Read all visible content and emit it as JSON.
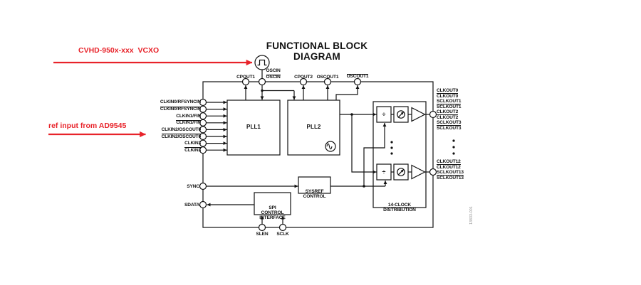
{
  "title": "FUNCTIONAL BLOCK DIAGRAM",
  "figure_id": "13833-001",
  "annotations": {
    "vcxo_label": "CVHD-950x-xxx  VCXO",
    "ref_label": "ref input from AD9545",
    "red_color": "#e8232a"
  },
  "blocks": {
    "pll1": "PLL1",
    "pll2": "PLL2",
    "sysref": {
      "line1": "SYSREF",
      "line2": "CONTROL"
    },
    "spi": {
      "line1": "SPI",
      "line2": "CONTROL",
      "line3": "INTERFACE"
    },
    "distribution": {
      "line1": "14-CLOCK",
      "line2": "DISTRIBUTION"
    },
    "divider_symbol": "÷"
  },
  "pins": {
    "top": [
      {
        "label": "CPOUT1",
        "overline": false
      },
      {
        "label": "OSCIN",
        "overline": false
      },
      {
        "label": "OSCIN",
        "overline": true
      },
      {
        "label": "CPOUT2",
        "overline": false
      },
      {
        "label": "OSCOUT1",
        "overline": false
      },
      {
        "label": "OSCOUT1",
        "overline": true
      }
    ],
    "left": [
      {
        "label": "CLKIN0/RFSYNCIN",
        "overline": false
      },
      {
        "label": "CLKIN0/RFSYNCIN",
        "overline": true
      },
      {
        "label": "CLKIN1/FIN",
        "overline": false
      },
      {
        "label": "CLKIN1/FIN",
        "overline": true
      },
      {
        "label": "CLKIN2/OSCOUT0",
        "overline": false
      },
      {
        "label": "CLKIN2/OSCOUT0",
        "overline": true
      },
      {
        "label": "CLKIN3",
        "overline": false
      },
      {
        "label": "CLKIN3",
        "overline": true
      }
    ],
    "side": [
      {
        "label": "SYNC"
      },
      {
        "label": "SDATA"
      }
    ],
    "bottom": [
      {
        "label": "SLEN"
      },
      {
        "label": "SCLK"
      }
    ],
    "right_upper": [
      {
        "label": "CLKOUT0",
        "overline": false
      },
      {
        "label": "CLKOUT0",
        "overline": true
      },
      {
        "label": "SCLKOUT1",
        "overline": false
      },
      {
        "label": "SCLKOUT1",
        "overline": true
      },
      {
        "label": "CLKOUT2",
        "overline": false
      },
      {
        "label": "CLKOUT2",
        "overline": true
      },
      {
        "label": "SCLKOUT3",
        "overline": false
      },
      {
        "label": "SCLKOUT3",
        "overline": true
      }
    ],
    "right_lower": [
      {
        "label": "CLKOUT12",
        "overline": false
      },
      {
        "label": "CLKOUT12",
        "overline": true
      },
      {
        "label": "SCLKOUT13",
        "overline": false
      },
      {
        "label": "SCLKOUT13",
        "overline": true
      }
    ]
  }
}
